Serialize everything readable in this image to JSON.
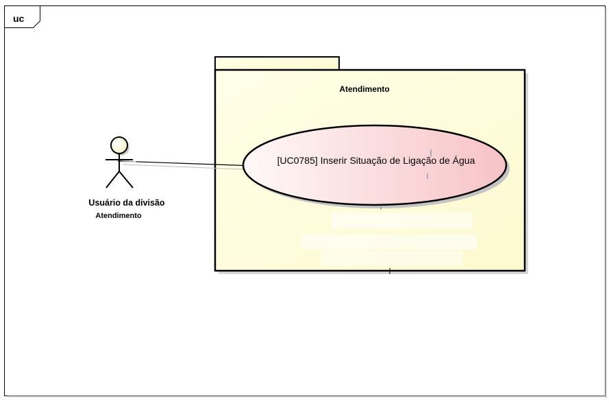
{
  "frame": {
    "tag": "uc"
  },
  "package": {
    "name": "Atendimento"
  },
  "use_case": {
    "label": "[UC0785] Inserir Situação de Ligação de Água"
  },
  "actor": {
    "name_line1": "Usuário da divisão",
    "name_line2": "Atendimento"
  },
  "colors": {
    "package_fill": "#ffffd8",
    "use_case_fill_start": "#fff6f6",
    "use_case_fill_end": "#f8c8c8",
    "actor_head_fill": "#ffffd8",
    "outline": "#000000"
  }
}
